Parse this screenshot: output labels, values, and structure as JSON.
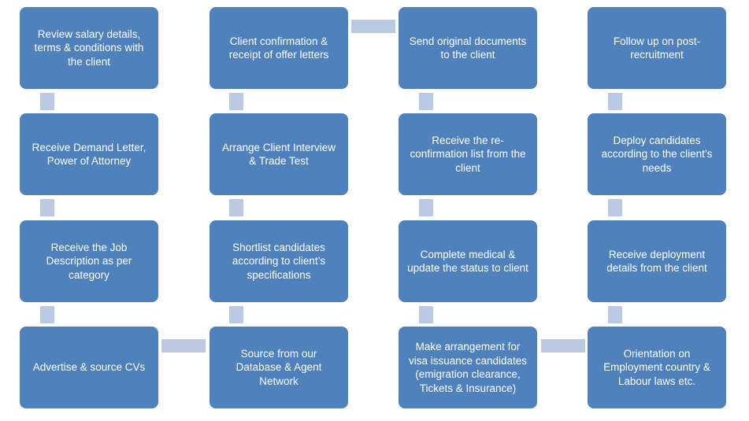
{
  "colors": {
    "box_fill": "#4f81bd",
    "connector_fill": "#b8c9e1",
    "text": "#ffffff"
  },
  "steps": {
    "c1": [
      "Review salary details, terms & conditions  with the client",
      "Receive Demand Letter, Power of Attorney",
      "Receive the Job Description as per category",
      "Advertise & source CVs"
    ],
    "c2": [
      "Client confirmation & receipt of offer letters",
      "Arrange Client Interview & Trade Test",
      "Shortlist candidates according to client’s specifications",
      "Source from our Database & Agent Network"
    ],
    "c3": [
      "Send original documents to the  client",
      "Receive the re-confirmation list from the client",
      "Complete medical & update the status to client",
      "Make arrangement for visa issuance candidates (emigration clearance, Tickets & Insurance)"
    ],
    "c4": [
      "Follow up on post-recruitment",
      "Deploy candidates according to the client’s needs",
      "Receive deployment details from the client",
      "Orientation on Employment country  & Labour laws etc."
    ]
  }
}
